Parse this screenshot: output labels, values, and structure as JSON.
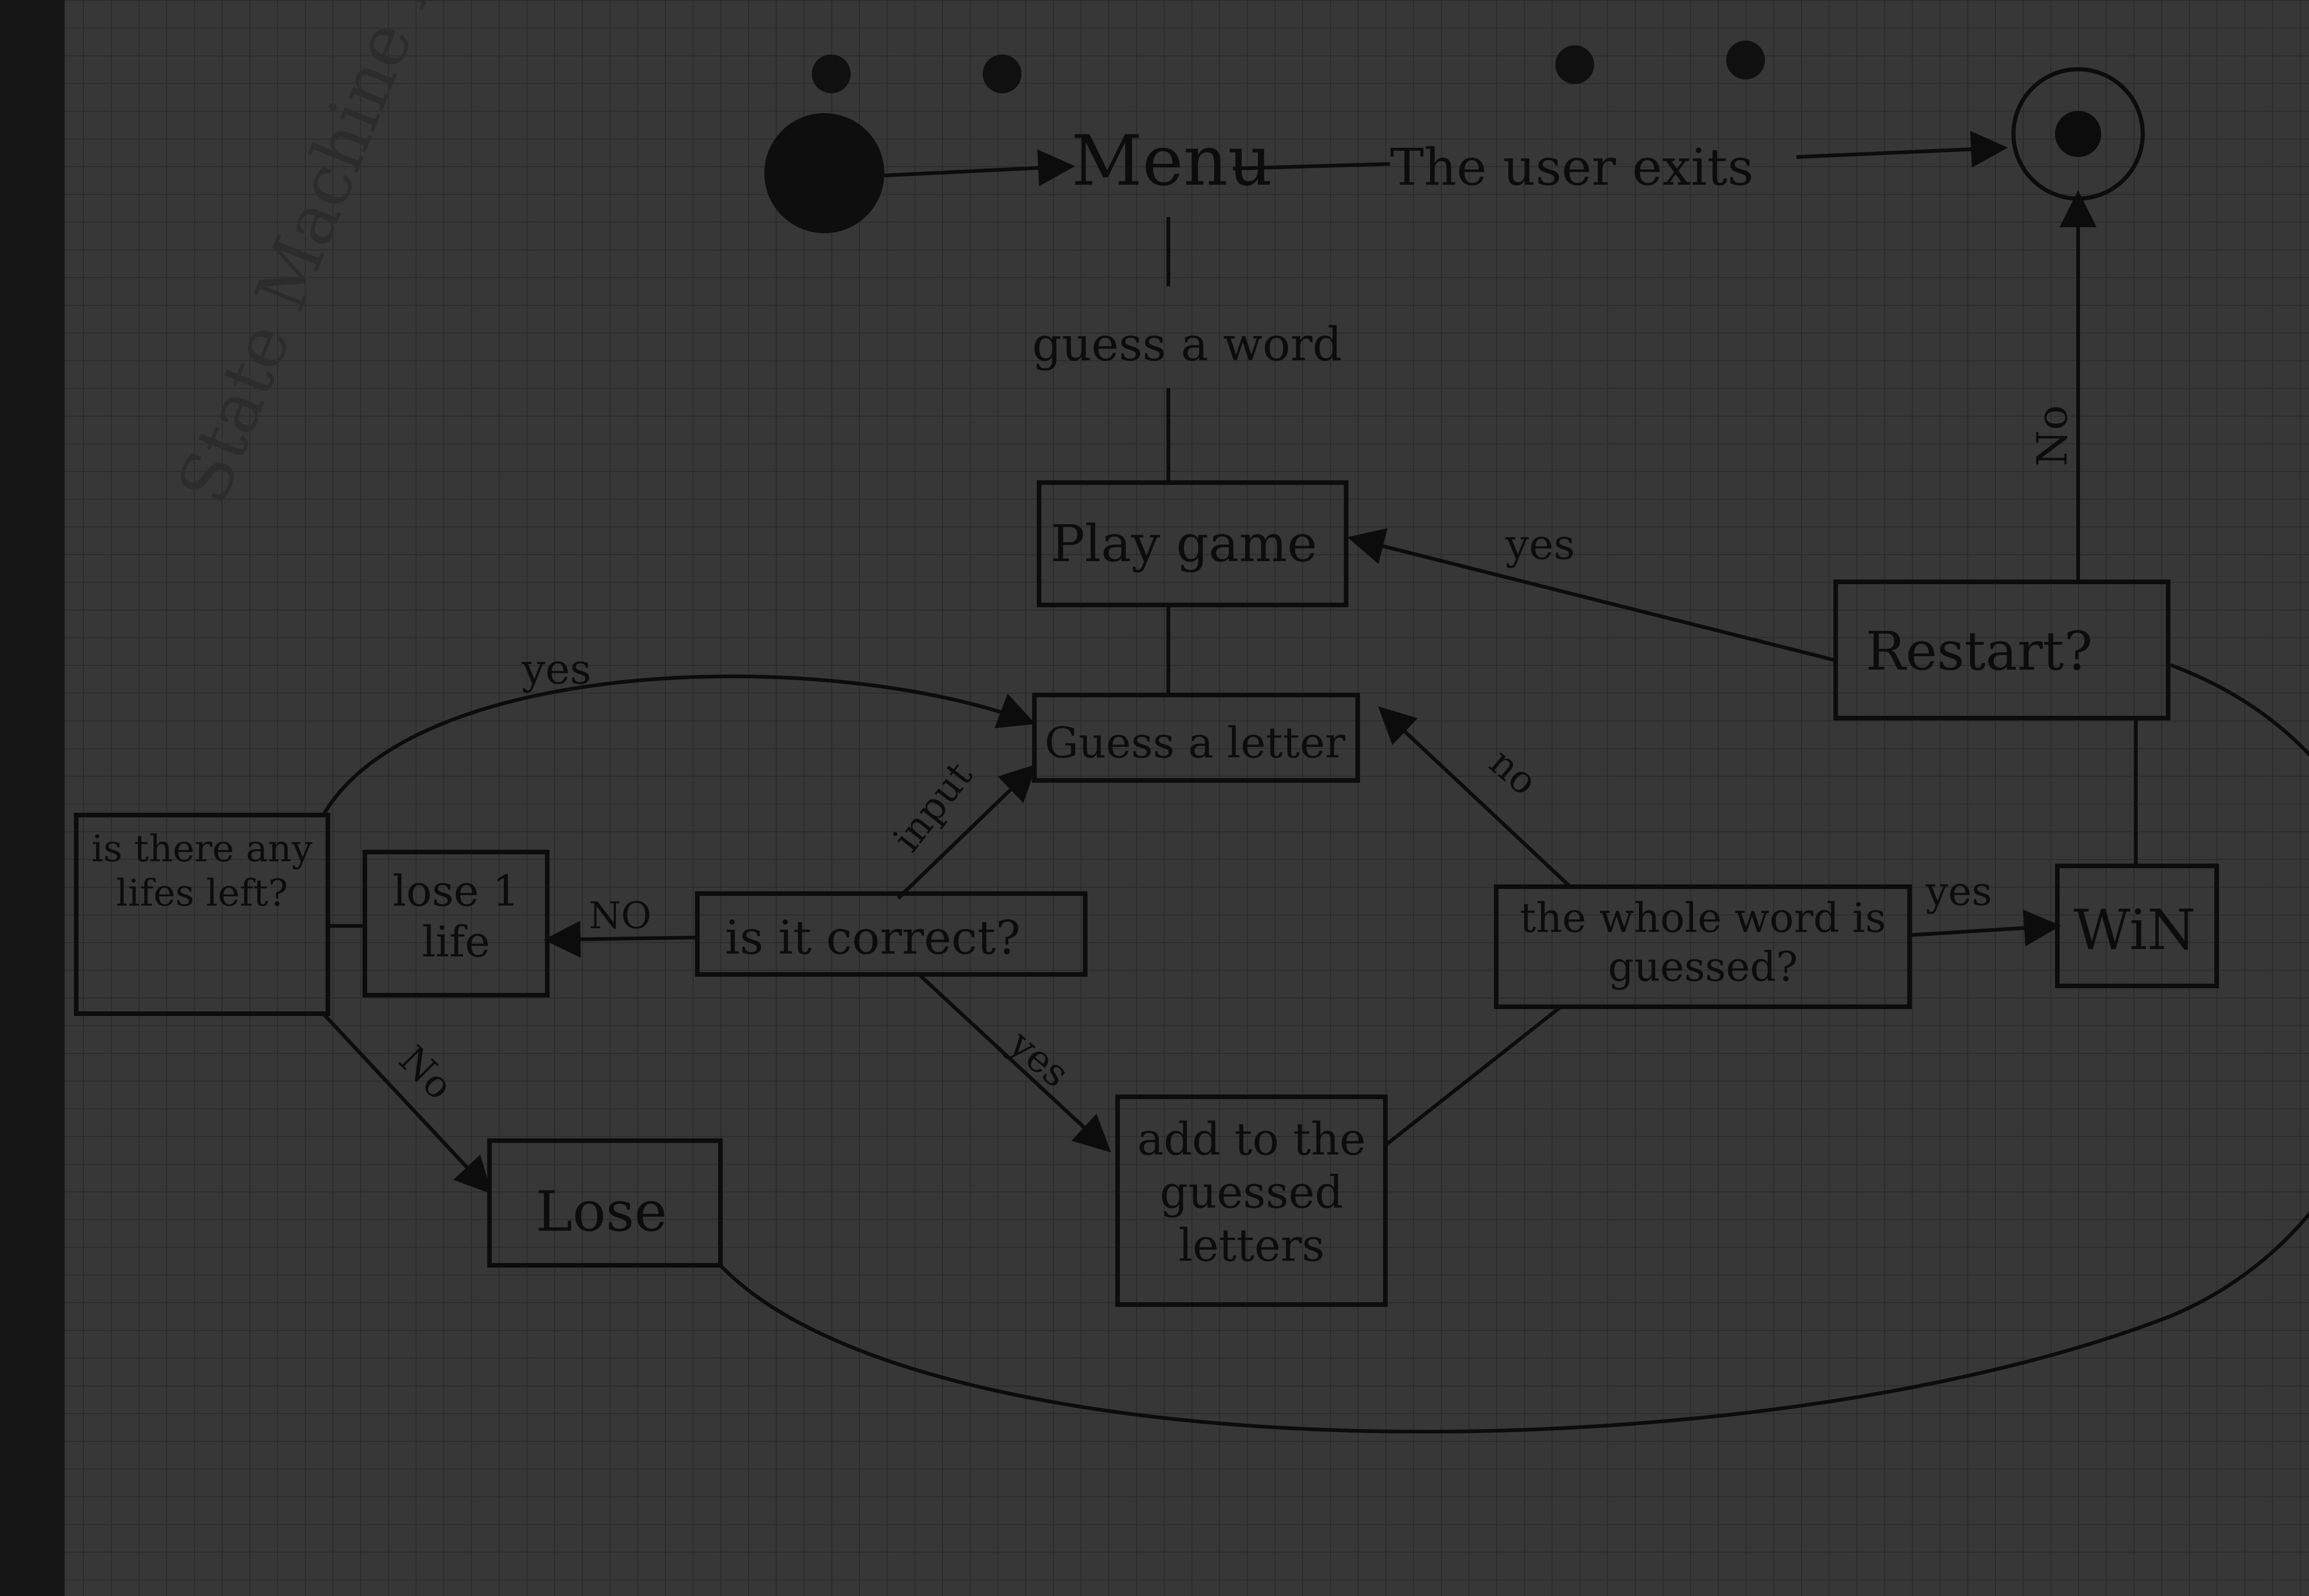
{
  "diagram": {
    "title": "State Machine Diagram",
    "states": {
      "menu": "Menu",
      "play_game": "Play game",
      "guess_letter": "Guess a letter",
      "is_correct": "is it correct?",
      "lose_life": "lose 1 life",
      "lives_left": "is there any lifes left?",
      "lose": "Lose",
      "add_letters": "add to the guessed letters",
      "word_guessed": "the whole word is guessed?",
      "win": "WiN",
      "restart": "Restart?"
    },
    "transitions": {
      "user_exits": "The user exits",
      "guess_word": "guess a word",
      "input": "input",
      "no_correct": "NO",
      "yes_correct": "yes",
      "yes_lives": "yes",
      "no_lives": "No",
      "no_word": "no",
      "yes_word": "yes",
      "yes_restart": "yes",
      "no_restart": "No"
    }
  },
  "colors": {
    "paper": "#383838",
    "grid": "#2a2a2a",
    "ink": "#0c0c0c",
    "background": "#1c1c1c"
  }
}
